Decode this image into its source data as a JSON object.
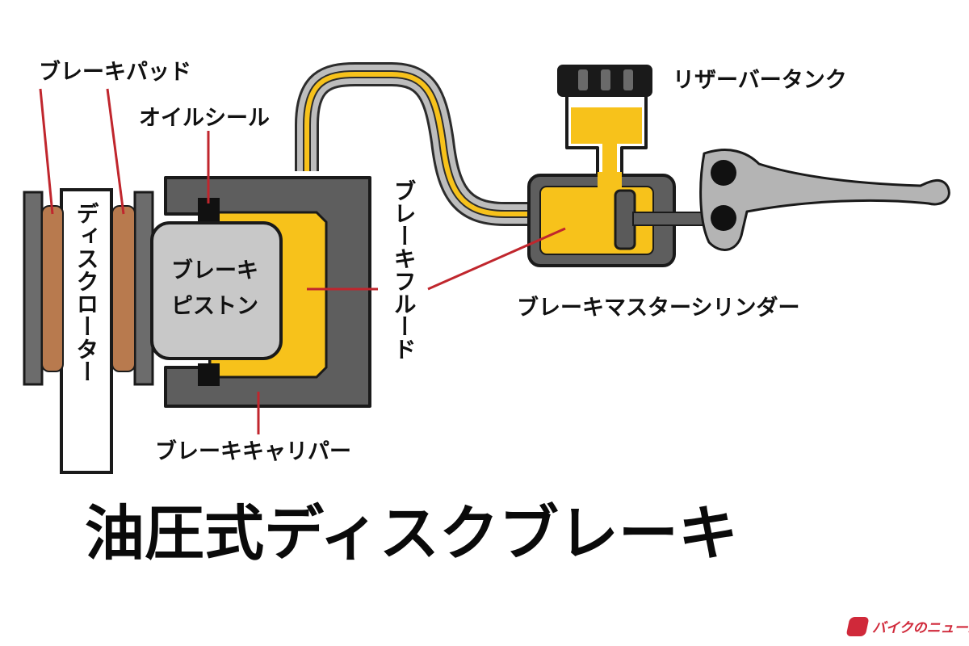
{
  "title": "油圧式ディスクブレーキ",
  "labels": {
    "brake_pad": "ブレーキパッド",
    "oil_seal": "オイルシール",
    "disc_rotor": "ディスクローター",
    "brake_piston_line1": "ブレーキ",
    "brake_piston_line2": "ピストン",
    "brake_fluid": "ブレーキフルード",
    "brake_caliper": "ブレーキキャリパー",
    "reservoir_tank": "リザーバータンク",
    "master_cylinder": "ブレーキマスターシリンダー"
  },
  "watermark": "バイクのニュース",
  "colors": {
    "fluid": "#f7c21b",
    "caliper": "#5e5e5e",
    "piston": "#c8c8c8",
    "pad": "#b87a4e",
    "rotor": "#6c6c6c",
    "leader": "#c0262d",
    "lever": "#b4b4b4"
  }
}
